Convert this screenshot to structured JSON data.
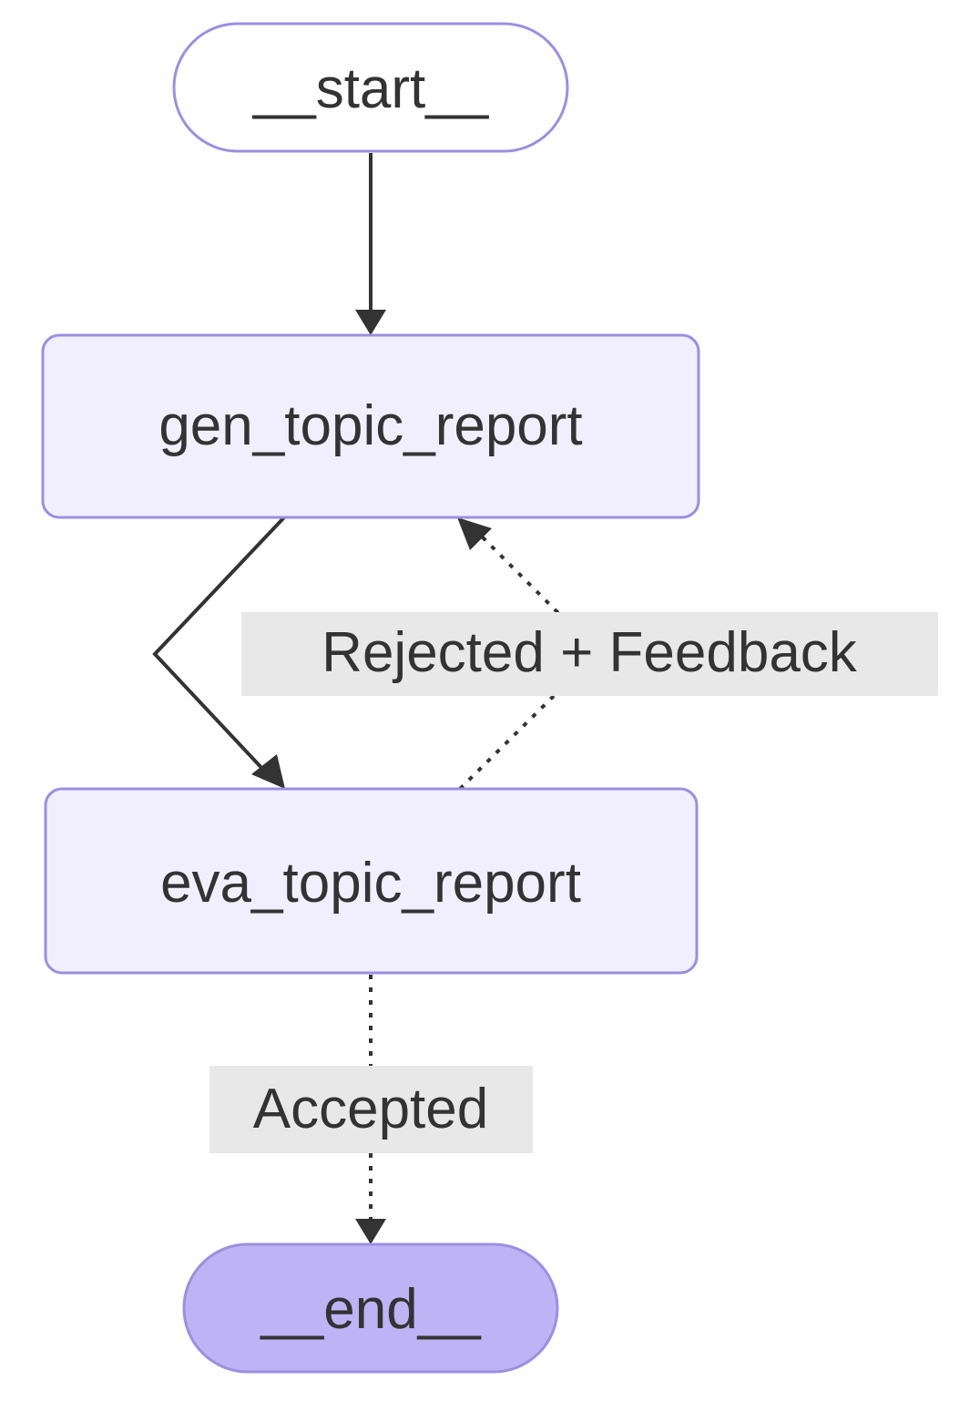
{
  "colors": {
    "node_fill": "#f1effd",
    "node_stroke": "#9b8fe0",
    "end_fill": "#bdb3f5",
    "edge": "#333333",
    "edge_label_bg": "#e8e8e8",
    "text": "#333333"
  },
  "nodes": {
    "start": {
      "label": "__start__"
    },
    "gen": {
      "label": "gen_topic_report"
    },
    "eva": {
      "label": "eva_topic_report"
    },
    "end": {
      "label": "__end__"
    }
  },
  "edges": {
    "start_to_gen": {
      "style": "solid"
    },
    "gen_to_eva": {
      "style": "solid"
    },
    "eva_to_gen": {
      "style": "dotted",
      "label": "Rejected + Feedback"
    },
    "eva_to_end": {
      "style": "dotted",
      "label": "Accepted"
    }
  }
}
